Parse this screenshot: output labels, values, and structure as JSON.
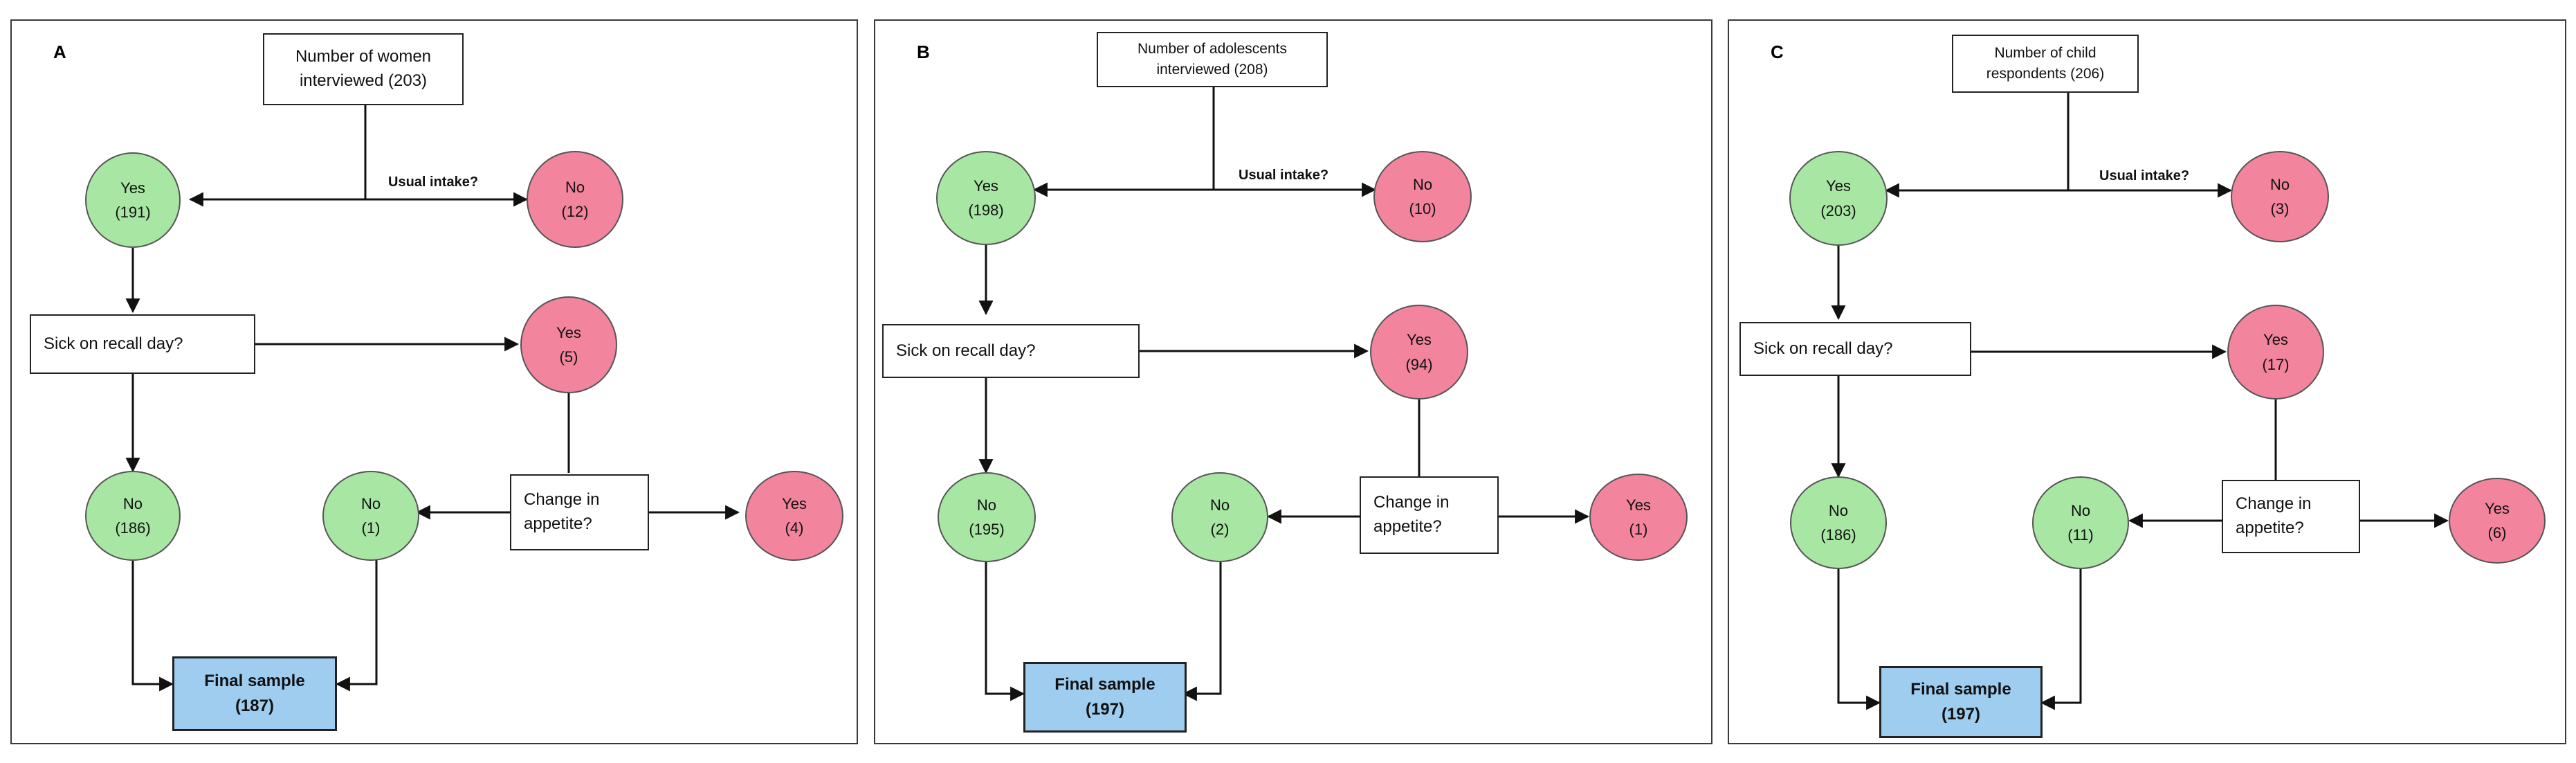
{
  "colors": {
    "green_node": "#a8e6a4",
    "pink_node": "#f2849e",
    "final_node": "#9ecdf0"
  },
  "panels": [
    {
      "letter": "A",
      "top_box": "Number of women\ninterviewed (203)",
      "usual_intake_label": "Usual intake?",
      "usual_yes": "Yes\n(191)",
      "usual_no": "No\n(12)",
      "sick_box": "Sick on recall day?",
      "sick_yes": "Yes\n(5)",
      "sick_no": "No\n(186)",
      "appetite_box": "Change in\nappetite?",
      "appetite_no": "No\n(1)",
      "appetite_yes": "Yes\n(4)",
      "final": "Final sample\n(187)"
    },
    {
      "letter": "B",
      "top_box": "Number of adolescents\ninterviewed (208)",
      "usual_intake_label": "Usual intake?",
      "usual_yes": "Yes\n(198)",
      "usual_no": "No\n(10)",
      "sick_box": "Sick on recall day?",
      "sick_yes": "Yes\n(94)",
      "sick_no": "No\n(195)",
      "appetite_box": "Change in\nappetite?",
      "appetite_no": "No\n(2)",
      "appetite_yes": "Yes\n(1)",
      "final": "Final sample\n(197)"
    },
    {
      "letter": "C",
      "top_box": "Number of child\nrespondents (206)",
      "usual_intake_label": "Usual intake?",
      "usual_yes": "Yes\n(203)",
      "usual_no": "No\n(3)",
      "sick_box": "Sick on recall day?",
      "sick_yes": "Yes\n(17)",
      "sick_no": "No\n(186)",
      "appetite_box": "Change in\nappetite?",
      "appetite_no": "No\n(11)",
      "appetite_yes": "Yes\n(6)",
      "final": "Final sample\n(197)"
    }
  ]
}
